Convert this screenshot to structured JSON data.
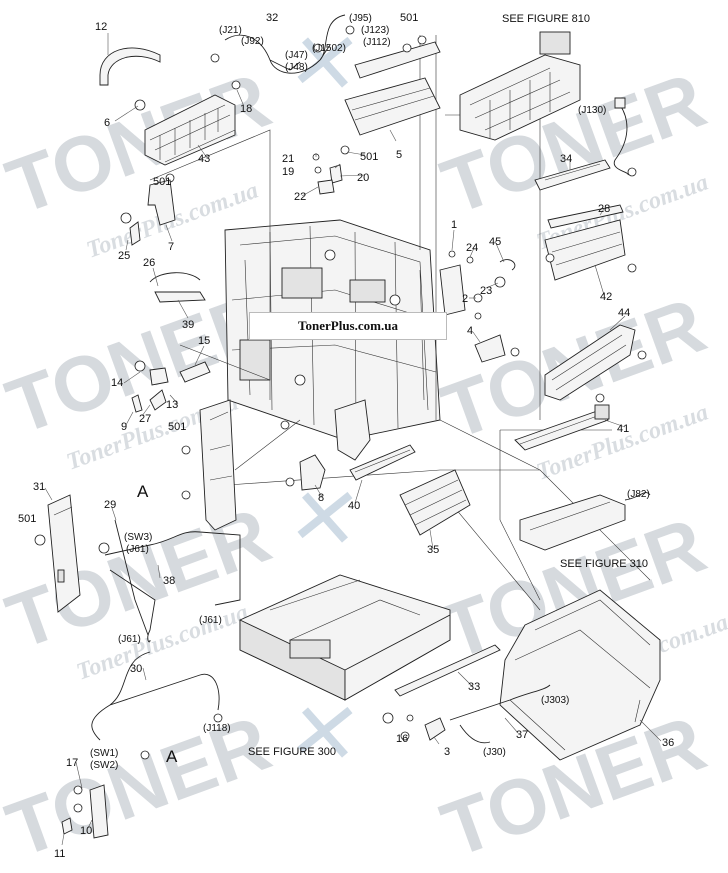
{
  "watermark": {
    "brand": "TONER",
    "site": "TonerPlus.com.ua"
  },
  "site_label": "TonerPlus.com.ua",
  "figure_refs": {
    "fig810": "SEE FIGURE 810",
    "fig310": "SEE FIGURE 310",
    "fig300": "SEE FIGURE 300"
  },
  "big_labels": {
    "a1": "A",
    "a2": "A"
  },
  "callouts": {
    "c1": "1",
    "c2": "2",
    "c3": "3",
    "c4": "4",
    "c5": "5",
    "c6": "6",
    "c7": "7",
    "c8": "8",
    "c9": "9",
    "c10": "10",
    "c11": "11",
    "c12": "12",
    "c13": "13",
    "c14": "14",
    "c15": "15",
    "c16": "16",
    "c17": "17",
    "c18": "18",
    "c19": "19",
    "c20": "20",
    "c21": "21",
    "c22": "22",
    "c23": "23",
    "c24": "24",
    "c25": "25",
    "c26": "26",
    "c27": "27",
    "c28": "28",
    "c29": "29",
    "c30": "30",
    "c31": "31",
    "c32": "32",
    "c33": "33",
    "c34": "34",
    "c35": "35",
    "c36": "36",
    "c37": "37",
    "c38": "38",
    "c39": "39",
    "c40": "40",
    "c41": "41",
    "c42": "42",
    "c43": "43",
    "c44": "44",
    "c45": "45",
    "c501a": "501",
    "c501b": "501",
    "c501c": "501",
    "c501d": "501",
    "c501e": "501"
  },
  "connectors": {
    "j21": "(J21)",
    "j92": "(J92)",
    "j47": "(J47)",
    "j48": "(J48)",
    "j95": "(J95)",
    "j123": "(J123)",
    "j112": "(J112)",
    "j1502": "(J1502)",
    "j130": "(J130)",
    "j82": "(J82)",
    "sw3": "(SW3)",
    "j61a": "(J61)",
    "j61b": "(J61)",
    "j61c": "(J61)",
    "j118": "(J118)",
    "sw1": "(SW1)",
    "sw2": "(SW2)",
    "j303": "(J303)",
    "j30": "(J30)"
  }
}
